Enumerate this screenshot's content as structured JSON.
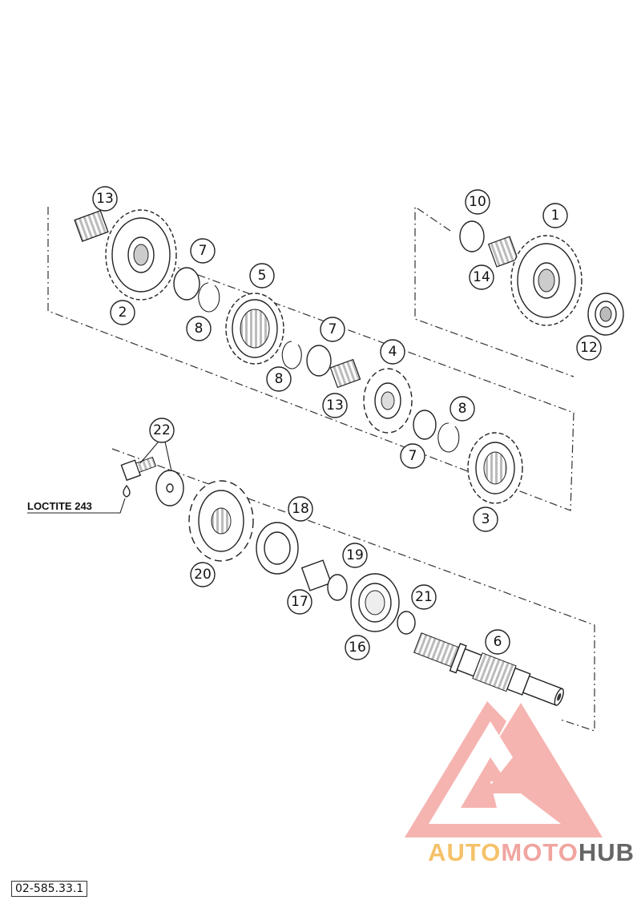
{
  "callouts": [
    {
      "id": "13a",
      "label": "13"
    },
    {
      "id": "2",
      "label": "2"
    },
    {
      "id": "7a",
      "label": "7"
    },
    {
      "id": "8a",
      "label": "8"
    },
    {
      "id": "5",
      "label": "5"
    },
    {
      "id": "7b",
      "label": "7"
    },
    {
      "id": "8b",
      "label": "8"
    },
    {
      "id": "13b",
      "label": "13"
    },
    {
      "id": "4",
      "label": "4"
    },
    {
      "id": "7c",
      "label": "7"
    },
    {
      "id": "8c",
      "label": "8"
    },
    {
      "id": "3",
      "label": "3"
    },
    {
      "id": "10",
      "label": "10"
    },
    {
      "id": "1",
      "label": "1"
    },
    {
      "id": "14",
      "label": "14"
    },
    {
      "id": "12",
      "label": "12"
    },
    {
      "id": "22",
      "label": "22"
    },
    {
      "id": "20",
      "label": "20"
    },
    {
      "id": "18",
      "label": "18"
    },
    {
      "id": "19",
      "label": "19"
    },
    {
      "id": "17",
      "label": "17"
    },
    {
      "id": "21",
      "label": "21"
    },
    {
      "id": "16",
      "label": "16"
    },
    {
      "id": "6",
      "label": "6"
    }
  ],
  "annotation": "LOCTITE 243",
  "drawing_number": "02-585.33.1",
  "watermark": {
    "part1": "AUTO",
    "part2": "MOTO",
    "part3": "HUB",
    "color_primary": "#f08a85",
    "color_secondary": "#f5c26a"
  }
}
